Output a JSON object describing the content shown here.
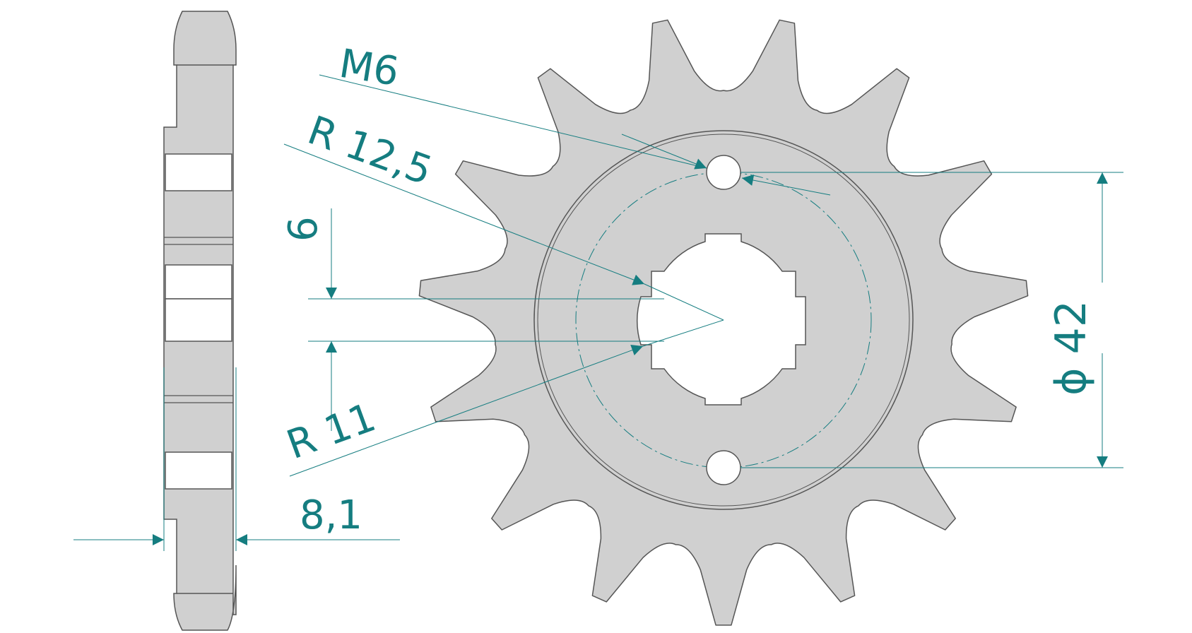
{
  "dimensions": {
    "thread": "M6",
    "pitch_radius": "R 12,5",
    "slot_width": "6",
    "inner_radius": "R 11",
    "thickness": "8,1",
    "bolt_circle": "ϕ 42"
  },
  "sprocket": {
    "teeth": 15
  },
  "colors": {
    "fill": "#d0d0d0",
    "outline": "#555555",
    "dimension": "#157d80",
    "background": "#ffffff"
  }
}
